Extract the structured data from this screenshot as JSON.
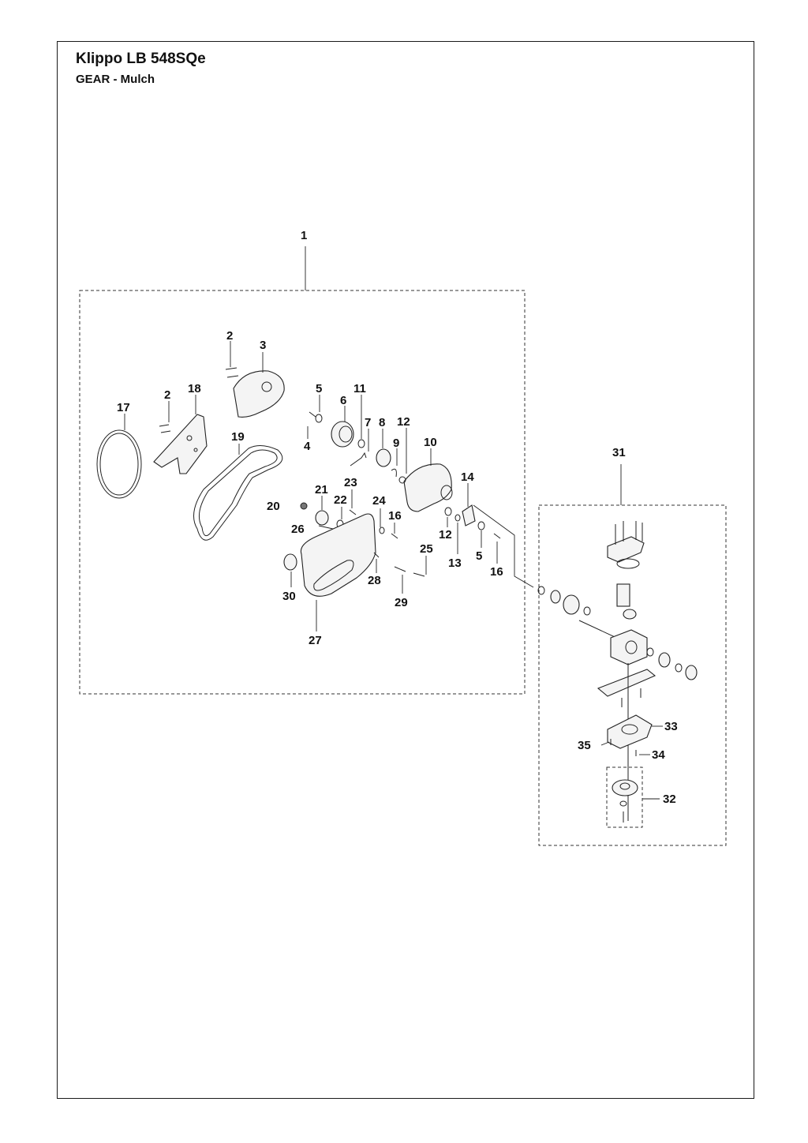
{
  "header": {
    "title": "Klippo LB 548SQe",
    "subtitle": "GEAR - Mulch"
  },
  "callouts": {
    "c1": "1",
    "c2a": "2",
    "c2b": "2",
    "c3": "3",
    "c4": "4",
    "c5a": "5",
    "c5b": "5",
    "c6": "6",
    "c7": "7",
    "c8": "8",
    "c9": "9",
    "c10": "10",
    "c11": "11",
    "c12a": "12",
    "c12b": "12",
    "c13": "13",
    "c14": "14",
    "c16a": "16",
    "c16b": "16",
    "c17": "17",
    "c18": "18",
    "c19": "19",
    "c20": "20",
    "c21": "21",
    "c22": "22",
    "c23": "23",
    "c24": "24",
    "c25": "25",
    "c26": "26",
    "c27": "27",
    "c28": "28",
    "c29": "29",
    "c30": "30",
    "c31": "31",
    "c32": "32",
    "c33": "33",
    "c34": "34",
    "c35": "35"
  }
}
